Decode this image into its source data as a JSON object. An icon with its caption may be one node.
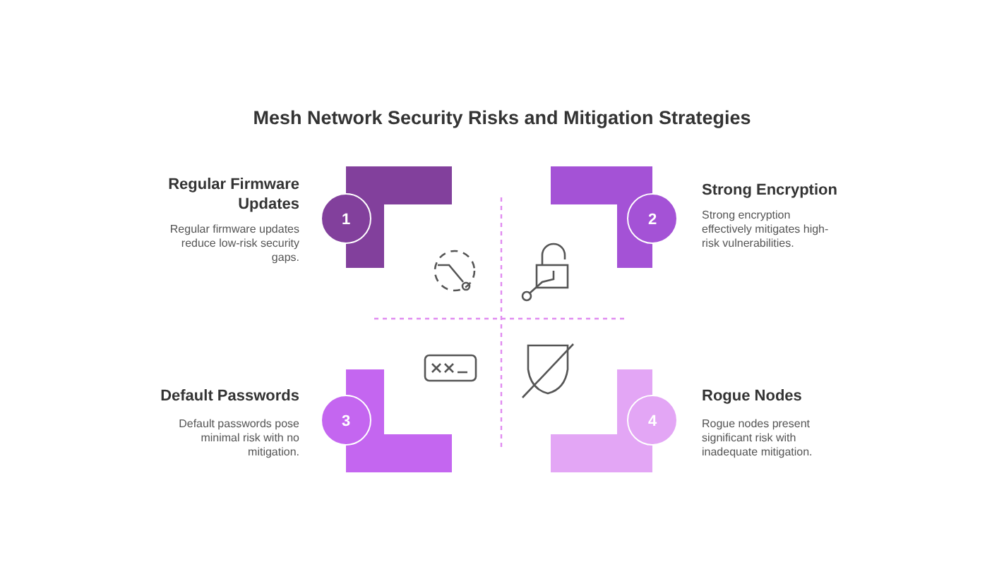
{
  "diagram": {
    "title": "Mesh Network Security Risks and Mitigation Strategies",
    "nodes": [
      {
        "text": [
          "1"
        ],
        "beside": [
          "Regular Firmware Updates",
          "Regular firmware updates reduce low-risk security gaps."
        ]
      },
      {
        "text": [
          "2"
        ],
        "beside": [
          "Strong Encryption",
          "Strong encryption effectively mitigates high-risk vulnerabilities."
        ]
      },
      {
        "text": [
          "3"
        ],
        "beside": [
          "Default Passwords",
          "Default passwords pose minimal risk with no mitigation."
        ]
      },
      {
        "text": [
          "4"
        ],
        "beside": [
          "Rogue Nodes",
          "Rogue nodes present significant risk with inadequate mitigation."
        ]
      }
    ]
  }
}
